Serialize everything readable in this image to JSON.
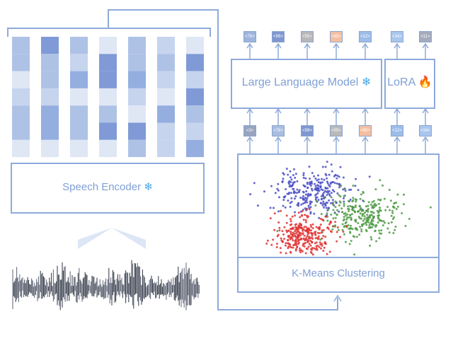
{
  "llm": {
    "label": "Large Language Model",
    "icon": "snowflake-icon"
  },
  "lora": {
    "label": "LoRA",
    "icon": "fire-icon"
  },
  "speech_encoder": {
    "label": "Speech Encoder",
    "icon": "snowflake-icon"
  },
  "kmeans": {
    "label": "K-Means Clustering"
  },
  "output_tokens": [
    {
      "text": "<76>",
      "color": "#9db4dd"
    },
    {
      "text": "<99>",
      "color": "#7f97d1"
    },
    {
      "text": "<55>",
      "color": "#b7b7b7"
    },
    {
      "text": "<85>",
      "color": "#f4bfa1"
    },
    {
      "text": "<12>",
      "color": "#9dbde8"
    },
    {
      "text": "<34>",
      "color": "#a9c6ee"
    },
    {
      "text": "<11>",
      "color": "#a4abbd"
    }
  ],
  "input_tokens": [
    {
      "text": "<3>",
      "color": "#98a4bf"
    },
    {
      "text": "<76>",
      "color": "#a9bde0"
    },
    {
      "text": "<99>",
      "color": "#7f97d1"
    },
    {
      "text": "<55>",
      "color": "#b9b9b9"
    },
    {
      "text": "<85>",
      "color": "#f4bfa1"
    },
    {
      "text": "<12>",
      "color": "#9dbde8"
    },
    {
      "text": "<34>",
      "color": "#a9c6ee"
    }
  ],
  "colors": {
    "accent": "#8eaadb",
    "label_text": "#7f9fd6",
    "cluster_blue": "#4a4fc4",
    "cluster_green": "#4f9a45",
    "cluster_red": "#e03333"
  }
}
